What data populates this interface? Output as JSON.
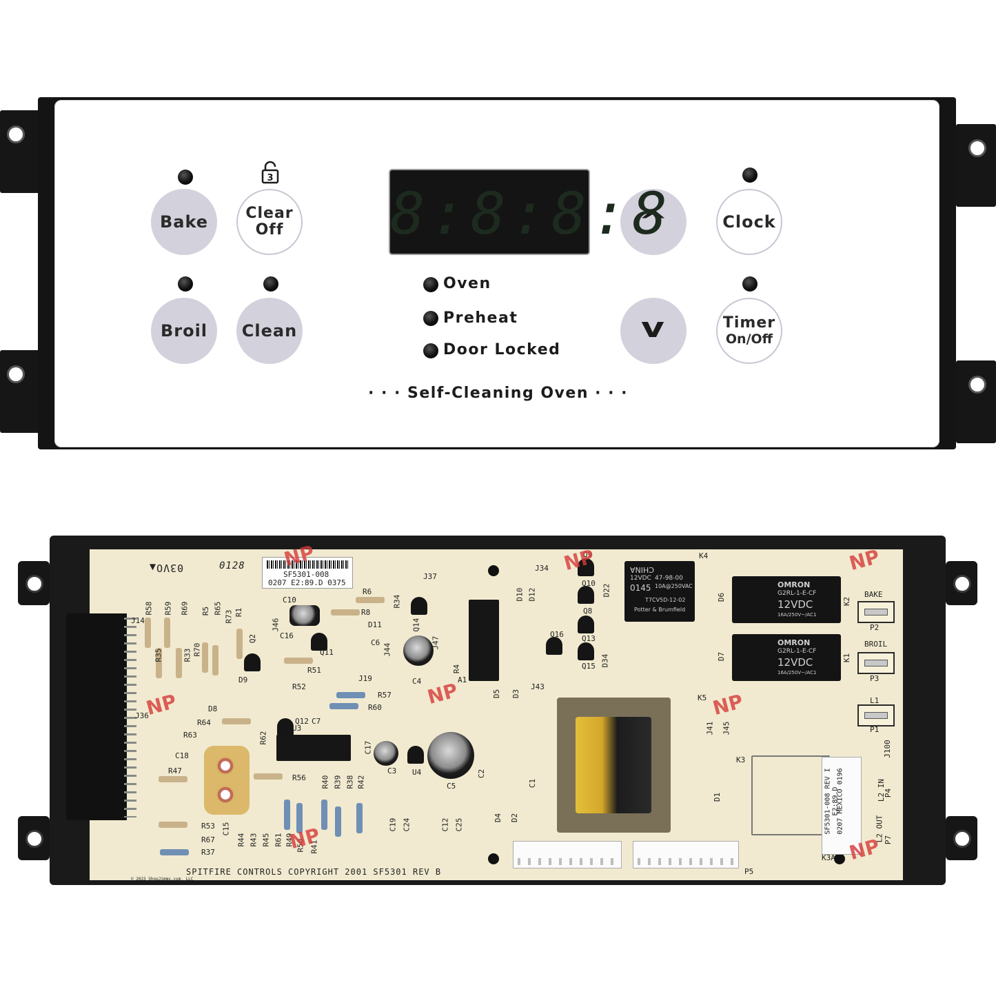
{
  "panel": {
    "buttons": {
      "bake": "Bake",
      "clear_line1": "Clear",
      "clear_line2": "Off",
      "broil": "Broil",
      "clean": "Clean",
      "up": "^",
      "down": "v",
      "clock": "Clock",
      "timer_line1": "Timer",
      "timer_line2": "On/Off"
    },
    "display_digits": "8:8:8:8",
    "lock_number": "3",
    "indicators": [
      "Oven",
      "Preheat",
      "Door Locked"
    ],
    "footer_label": "· · · Self-Cleaning Oven · · ·"
  },
  "board": {
    "sticker_line1": "SF5301-008",
    "sticker_line2": "0207  E2:89.D   0375",
    "top_left_marks": "03VO▲",
    "top_code": "0128",
    "copyright": "SPITFIRE CONTROLS COPYRIGHT 2001 SF5301 REV B",
    "small_copyright": "© 2023 ShopJimmy.com, LLC",
    "side_sticker": [
      "SF5301-008    REV I",
      "E2:89.D",
      "0207 MEXICO 0196"
    ],
    "relay_k4_lines": [
      "CHINA",
      "12VDC",
      "0145",
      "47-98-00",
      "10A@250VAC",
      "T7CV5D-12-02",
      "Potter & Brumfield"
    ],
    "relay_k2_lines": [
      "OMRON",
      "G2RL-1-E-CF",
      "12VDC",
      "16A/250V~/AC1"
    ],
    "relay_k1_lines": [
      "OMRON",
      "G2RL-1-E-CF",
      "12VDC",
      "16A/250V~/AC1"
    ],
    "terminals": [
      "BAKE",
      "P2",
      "BROIL",
      "P3",
      "L1",
      "P1",
      "J100",
      "L2 IN",
      "P4",
      "L2 OUT",
      "P7",
      "K3A",
      "P5"
    ],
    "designators": {
      "r58": "R58",
      "r59": "R59",
      "r69": "R69",
      "r5": "R5",
      "r65": "R65",
      "r1": "R1",
      "r73": "R73",
      "j14": "J14",
      "r35": "R35",
      "r33": "R33",
      "r70": "R70",
      "q2": "Q2",
      "j46": "J46",
      "c10": "C10",
      "r6": "R6",
      "r8": "R8",
      "d11": "D11",
      "r34": "R34",
      "q14": "Q14",
      "c16": "C16",
      "q11": "Q11",
      "c6": "C6",
      "j44": "J44",
      "d9": "D9",
      "r51": "R51",
      "r52": "R52",
      "j19": "J19",
      "r57": "R57",
      "r60": "R60",
      "d8": "D8",
      "q12": "Q12",
      "r64": "R64",
      "c7": "C7",
      "r63": "R63",
      "u3": "U3",
      "r62": "R62",
      "j36": "J36",
      "c18": "C18",
      "r47": "R47",
      "c17": "C17",
      "r56": "R56",
      "r40": "R40",
      "r39": "R39",
      "r38": "R38",
      "r42": "R42",
      "r53": "R53",
      "r67": "R67",
      "r37": "R37",
      "c15": "C15",
      "r44": "R44",
      "r43": "R43",
      "r45": "R45",
      "r61": "R61",
      "r49": "R49",
      "r50": "R50",
      "r41": "R41",
      "c3": "C3",
      "u4": "U4",
      "c5": "C5",
      "c19": "C19",
      "c24": "C24",
      "c12": "C12",
      "c25": "C25",
      "j37": "J37",
      "c4": "C4",
      "a1": "A1",
      "r4": "R4",
      "j47": "J47",
      "j34": "J34",
      "d10": "D10",
      "d12": "D12",
      "q9": "Q9",
      "q10": "Q10",
      "q8": "Q8",
      "q16": "Q16",
      "q13": "Q13",
      "q15": "Q15",
      "d22": "D22",
      "d34": "D34",
      "d5": "D5",
      "d3": "D3",
      "c2": "C2",
      "c1": "C1",
      "d4": "D4",
      "d2": "D2",
      "j43": "J43",
      "k4": "K4",
      "d6": "D6",
      "k2": "K2",
      "d7": "D7",
      "k1": "K1",
      "k5": "K5",
      "j41": "J41",
      "j45": "J45",
      "k3": "K3",
      "d1": "D1"
    }
  }
}
